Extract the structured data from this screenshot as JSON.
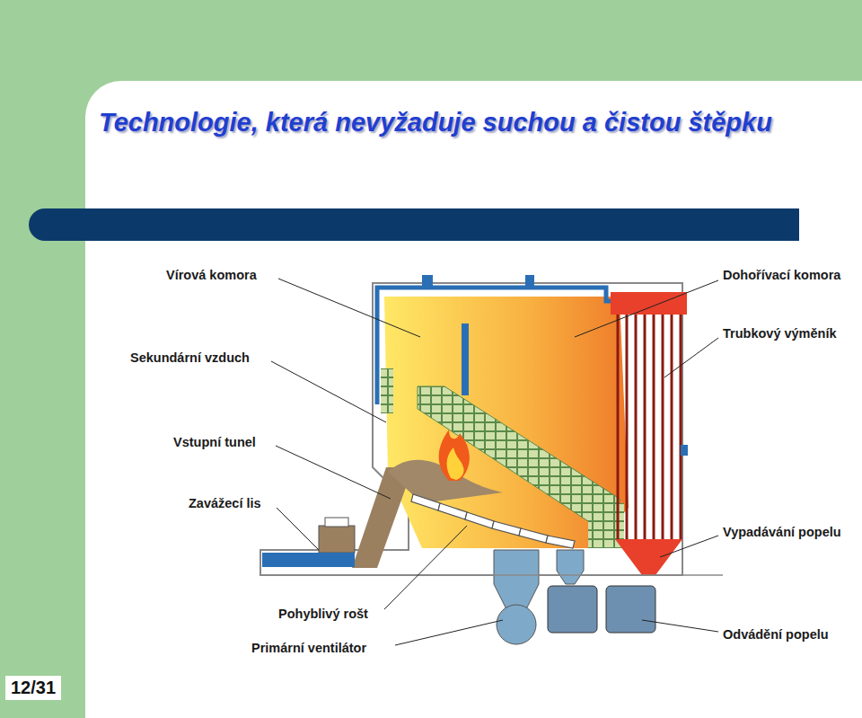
{
  "diagram": {
    "title": "Technologie, která nevyžaduje suchou a čistou štěpku",
    "labels": [
      "Vírová komora",
      "Dohořívací komora",
      "Trubkový výměník",
      "Sekundární vzduch",
      "Vstupní tunel",
      "Zavážecí lis",
      "Vypadávání popelu",
      "Pohyblivý rošt",
      "Primární ventilátor",
      "Odvádění popelu",
      "12/31"
    ]
  }
}
